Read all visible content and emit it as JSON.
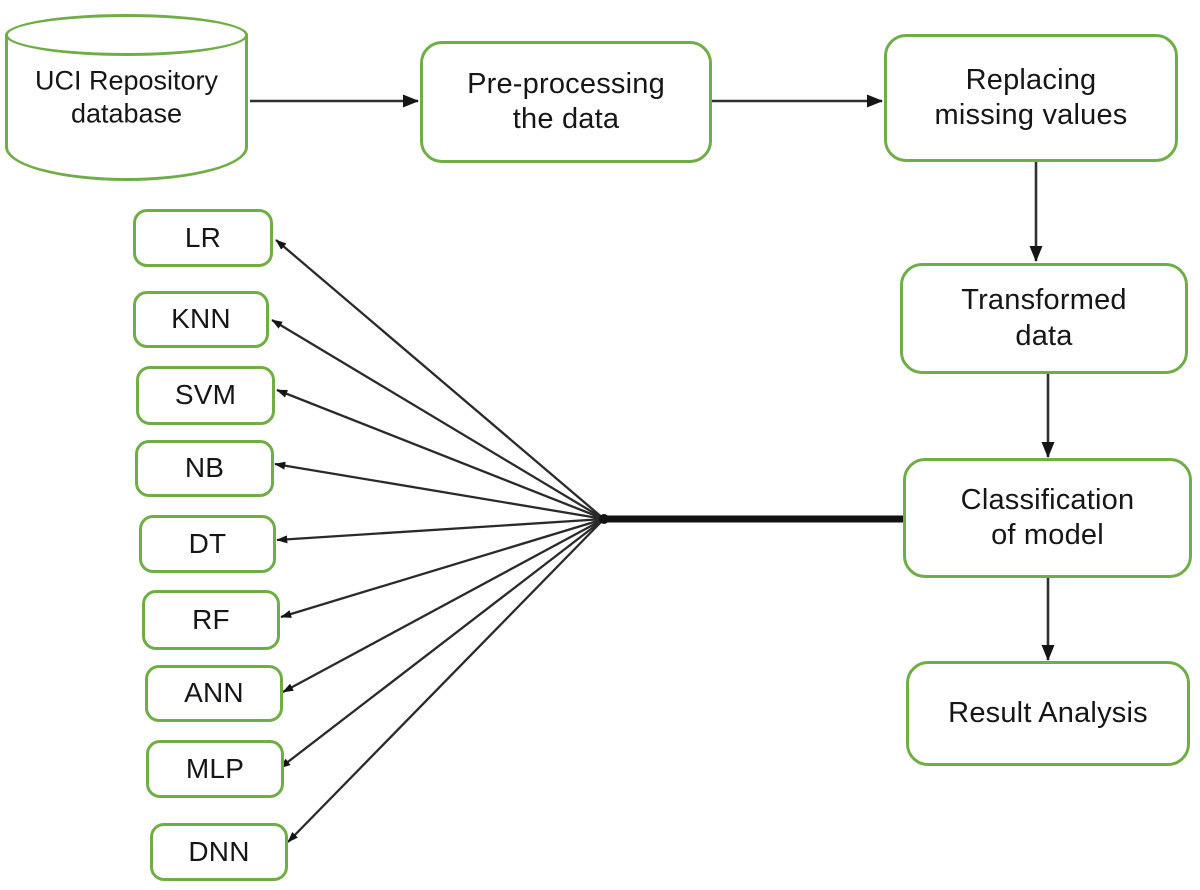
{
  "diagram": {
    "title_text": "",
    "accent_color": "#70AD47",
    "line_color": "#1a1a1a",
    "nodes": {
      "database": {
        "label": "UCI Repository\ndatabase",
        "shape": "cylinder"
      },
      "preprocessing": {
        "label": "Pre-processing\nthe data",
        "shape": "rounded-rect"
      },
      "replacing": {
        "label": "Replacing\nmissing values",
        "shape": "rounded-rect"
      },
      "transformed": {
        "label": "Transformed\ndata",
        "shape": "rounded-rect"
      },
      "classification": {
        "label": "Classification\nof model",
        "shape": "rounded-rect"
      },
      "result": {
        "label": "Result Analysis",
        "shape": "rounded-rect"
      }
    },
    "algorithms": [
      {
        "label": "LR"
      },
      {
        "label": "KNN"
      },
      {
        "label": "SVM"
      },
      {
        "label": "NB"
      },
      {
        "label": "DT"
      },
      {
        "label": "RF"
      },
      {
        "label": "ANN"
      },
      {
        "label": "MLP"
      },
      {
        "label": "DNN"
      }
    ],
    "edges": [
      {
        "from": "database",
        "to": "preprocessing",
        "style": "arrow-right"
      },
      {
        "from": "preprocessing",
        "to": "replacing",
        "style": "arrow-right"
      },
      {
        "from": "replacing",
        "to": "transformed",
        "style": "arrow-down"
      },
      {
        "from": "transformed",
        "to": "classification",
        "style": "arrow-down"
      },
      {
        "from": "classification",
        "to": "result",
        "style": "arrow-down"
      },
      {
        "from": "classification",
        "to": "fan-hub",
        "style": "thick-line"
      },
      {
        "from": "fan-hub",
        "to": "LR",
        "style": "arrow"
      },
      {
        "from": "fan-hub",
        "to": "KNN",
        "style": "arrow"
      },
      {
        "from": "fan-hub",
        "to": "SVM",
        "style": "arrow"
      },
      {
        "from": "fan-hub",
        "to": "NB",
        "style": "arrow"
      },
      {
        "from": "fan-hub",
        "to": "DT",
        "style": "arrow"
      },
      {
        "from": "fan-hub",
        "to": "RF",
        "style": "arrow"
      },
      {
        "from": "fan-hub",
        "to": "ANN",
        "style": "arrow"
      },
      {
        "from": "fan-hub",
        "to": "MLP",
        "style": "arrow"
      },
      {
        "from": "fan-hub",
        "to": "DNN",
        "style": "arrow"
      }
    ]
  }
}
